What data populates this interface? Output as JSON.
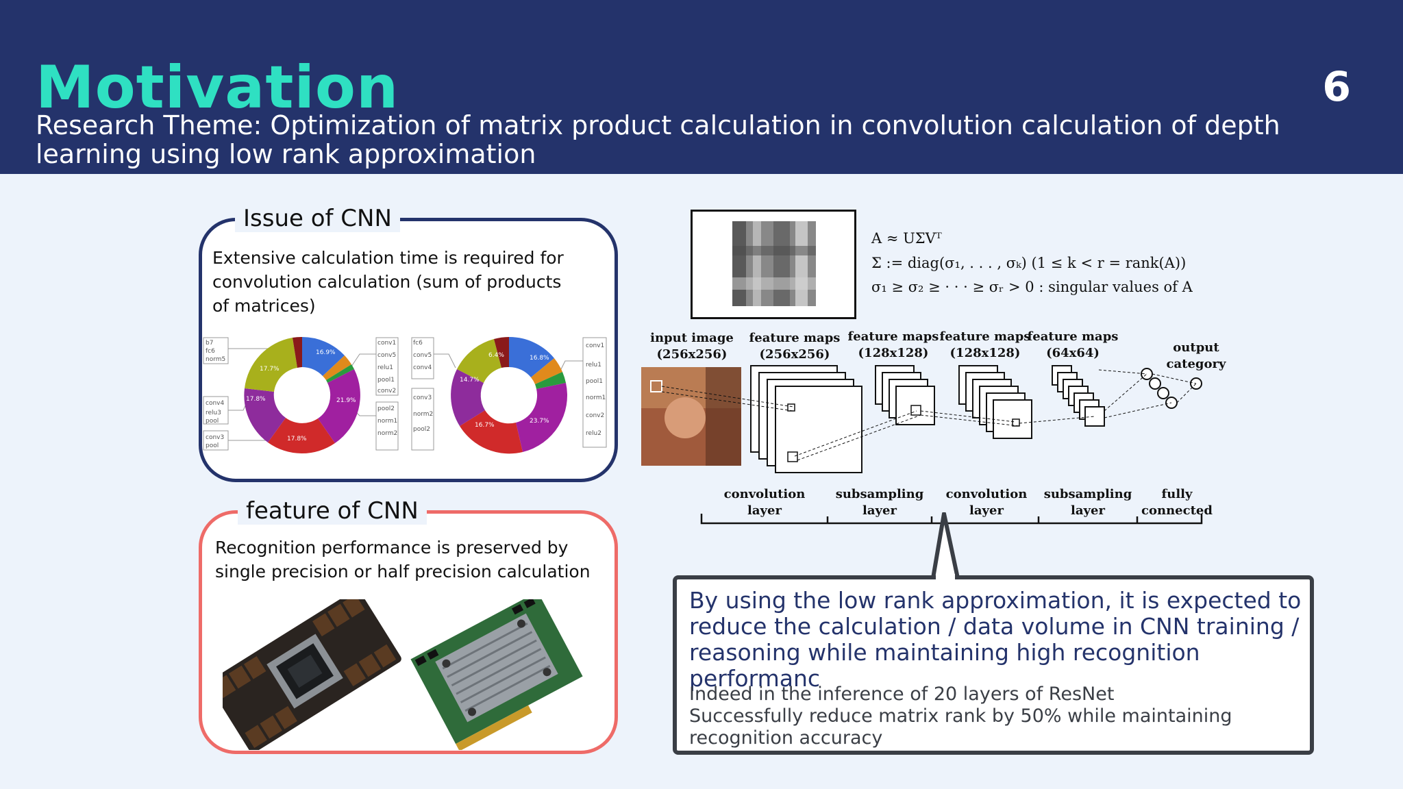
{
  "header": {
    "title": "Motivation",
    "page_number": "6",
    "subtitle": "Research Theme: Optimization of matrix product calculation in convolution calculation of depth learning using low rank approximation"
  },
  "issue_box": {
    "title": "Issue of CNN",
    "text": "Extensive calculation time is required for convolution calculation (sum of products of matrices)",
    "pie_left_labels": {
      "slice_blue": "16.9%",
      "slice_purple": "21.9%",
      "slice_red": "17.8%",
      "slice_magenta": "17.8%",
      "slice_olive": "17.7%"
    },
    "pie_right_labels": {
      "slice_blue": "16.8%",
      "slice_purple": "23.7%",
      "slice_red": "16.7%",
      "slice_magenta": "14.7%",
      "slice_olive": "6.4%"
    }
  },
  "feature_box": {
    "title": "feature of CNN",
    "text": "Recognition performance is preserved by single precision or half precision calculation"
  },
  "formulas": {
    "line1": "A ≈ UΣVᵀ",
    "line2": "Σ := diag(σ₁, . . . , σₖ)   (1 ≤ k < r = rank(A))",
    "line3": "σ₁ ≥ σ₂ ≥ · · · ≥ σᵣ > 0 : singular values of A"
  },
  "cnn_diagram": {
    "input": "input image\n(256x256)",
    "fm1": "feature maps\n(256x256)",
    "fm2": "feature maps\n(128x128)",
    "fm3": "feature maps\n(128x128)",
    "fm4": "feature maps\n(64x64)",
    "output": "output\ncategory",
    "layer1": "convolution\nlayer",
    "layer2": "subsampling\nlayer",
    "layer3": "convolution\nlayer",
    "layer4": "subsampling\nlayer",
    "layer5": "fully\nconnected"
  },
  "callout": {
    "main": "By using the low rank approximation, it is expected to reduce the calculation / data volume in CNN training / reasoning while maintaining high recognition performanc",
    "sub": "Indeed in the inference of 20 layers of ResNet\nSuccessfully reduce matrix rank by 50% while maintaining recognition accuracy"
  },
  "colors": {
    "header_bg": "#24336b",
    "title": "#2fe0c2",
    "issue_border": "#24336b",
    "feature_border": "#ee6b68",
    "callout_text": "#24336b"
  }
}
